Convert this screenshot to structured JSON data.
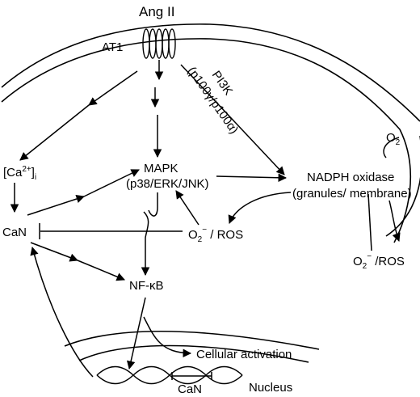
{
  "labels": {
    "ang_ii": "Ang II",
    "at1": "AT1",
    "pi3k": "PI3K",
    "p100": "(p100γ/p100α)",
    "ca_base": "[Ca",
    "ca_sup": "2+",
    "ca_close": "]",
    "ca_sub": "i",
    "mapk": "MAPK",
    "mapk_detail": "(p38/ERK/JNK)",
    "nadph": "NADPH oxidase",
    "nadph_detail": "(granules/ membrane)",
    "o2": "O",
    "o2_sub": "2",
    "o2ros_mid_a": "O",
    "o2ros_mid_sub": "2",
    "o2ros_mid_sup": "−",
    "o2ros_mid_b": " / ROS",
    "o2ros_right_a": "O",
    "o2ros_right_sub": "2",
    "o2ros_right_sup": "−",
    "o2ros_right_b": " /ROS",
    "can": "CaN",
    "nfkb": "NF-κB",
    "cellular_activation": "Cellular activation",
    "nucleus": "Nucleus",
    "can_gene": "CaN"
  }
}
